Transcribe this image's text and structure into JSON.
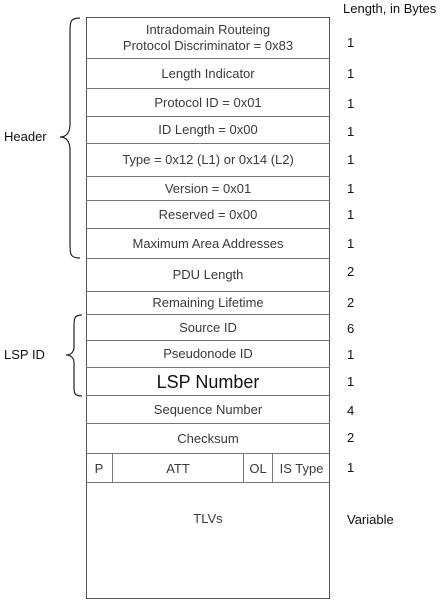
{
  "column_header": "Length, in Bytes",
  "groups": {
    "header": "Header",
    "lsp_id": "LSP ID"
  },
  "fields": [
    {
      "label": "Intradomain Routeing\nProtocol Discriminator = 0x83",
      "length": "1"
    },
    {
      "label": "Length Indicator",
      "length": "1"
    },
    {
      "label": "Protocol ID = 0x01",
      "length": "1"
    },
    {
      "label": "ID Length = 0x00",
      "length": "1"
    },
    {
      "label": "Type = 0x12 (L1) or 0x14 (L2)",
      "length": "1"
    },
    {
      "label": "Version = 0x01",
      "length": "1"
    },
    {
      "label": "Reserved = 0x00",
      "length": "1"
    },
    {
      "label": "Maximum Area Addresses",
      "length": "1"
    },
    {
      "label": "PDU Length",
      "length": "2"
    },
    {
      "label": "Remaining Lifetime",
      "length": "2"
    },
    {
      "label": "Source ID",
      "length": "6"
    },
    {
      "label": "Pseudonode ID",
      "length": "1"
    },
    {
      "label": "LSP Number",
      "length": "1"
    },
    {
      "label": "Sequence Number",
      "length": "4"
    },
    {
      "label": "Checksum",
      "length": "2"
    },
    {
      "label": "",
      "length": "1"
    },
    {
      "label": "TLVs",
      "length": "Variable"
    }
  ],
  "flags": {
    "p": "P",
    "att": "ATT",
    "ol": "OL",
    "is_type": "IS Type"
  }
}
